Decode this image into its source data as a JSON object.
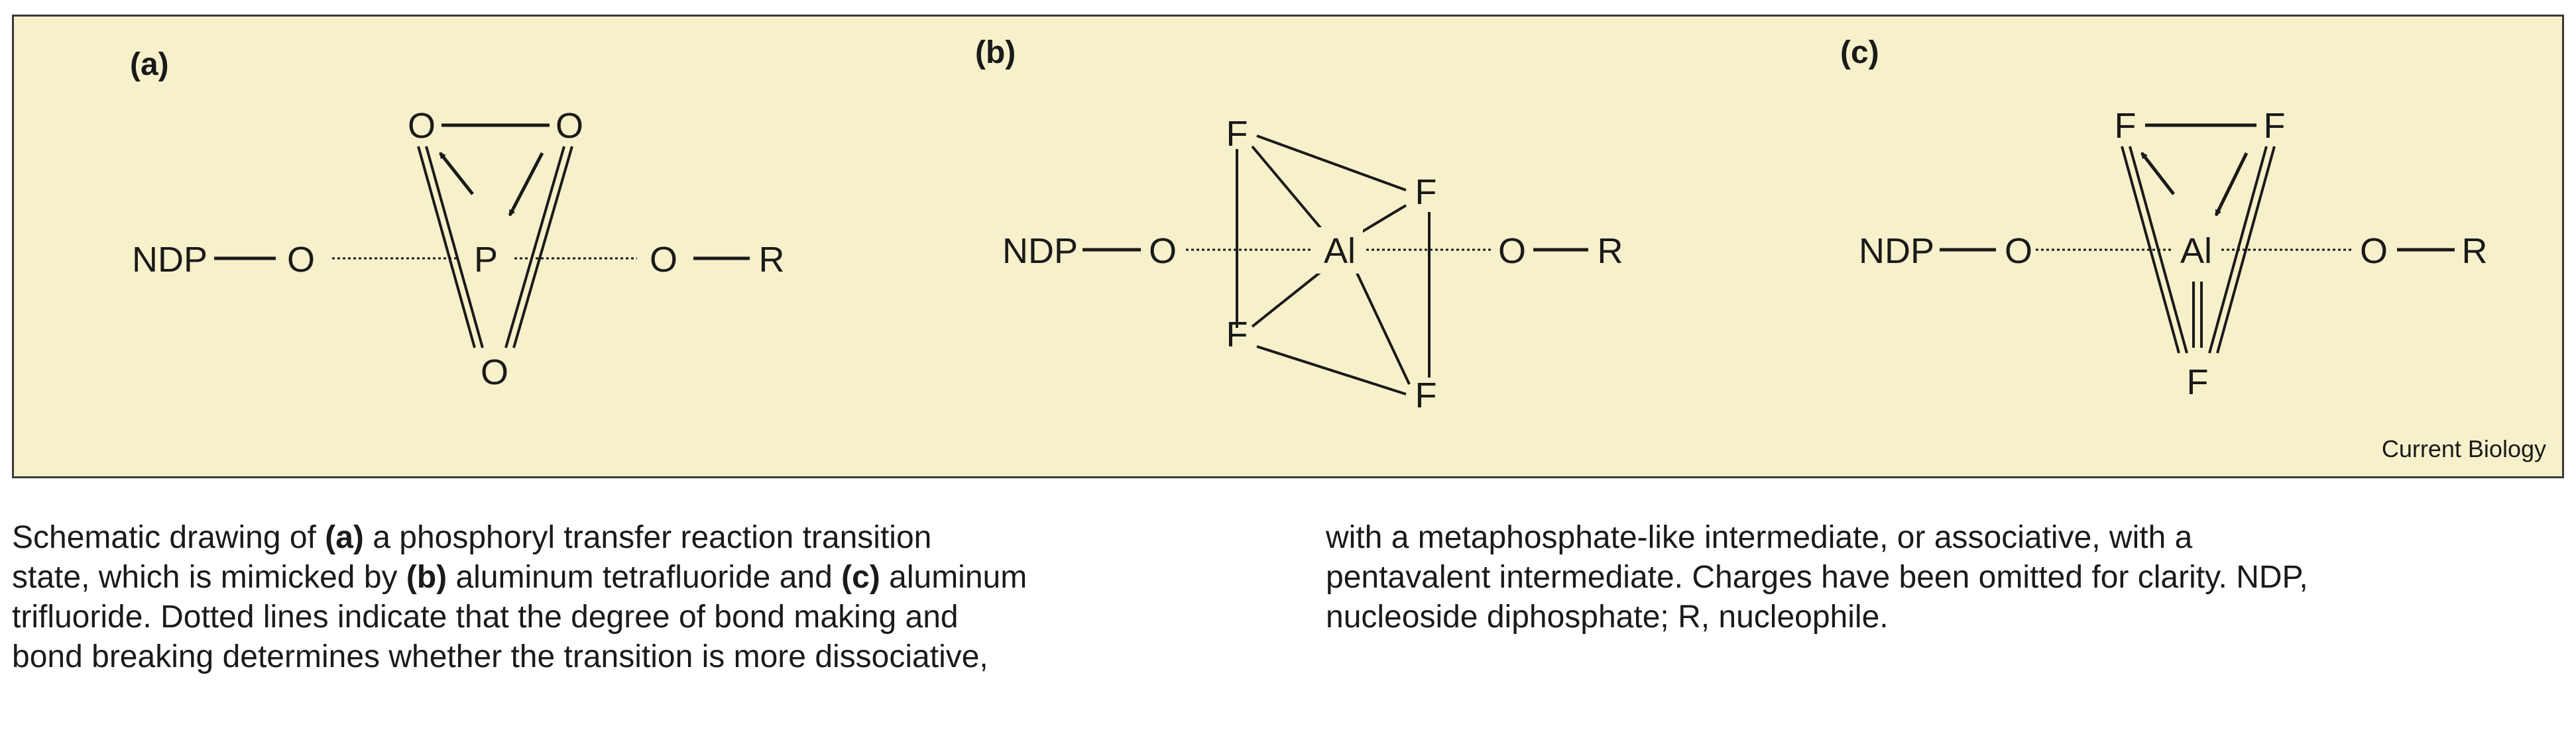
{
  "panels": [
    {
      "label": "(a)",
      "left": "NDP",
      "left_o": "O",
      "center": "P",
      "right_o": "O",
      "right": "R",
      "ligands": [
        "O",
        "O",
        "O"
      ]
    },
    {
      "label": "(b)",
      "left": "NDP",
      "left_o": "O",
      "center": "Al",
      "right_o": "O",
      "right": "R",
      "ligands": [
        "F",
        "F",
        "F",
        "F"
      ]
    },
    {
      "label": "(c)",
      "left": "NDP",
      "left_o": "O",
      "center": "Al",
      "right_o": "O",
      "right": "R",
      "ligands": [
        "F",
        "F",
        "F"
      ]
    }
  ],
  "credit": "Current Biology",
  "caption": {
    "left": [
      [
        {
          "t": "Schematic drawing of "
        },
        {
          "t": "(a)",
          "b": true
        },
        {
          "t": " a phosphoryl transfer reaction transition"
        }
      ],
      [
        {
          "t": "state, which is mimicked by "
        },
        {
          "t": "(b)",
          "b": true
        },
        {
          "t": " aluminum tetrafluoride and "
        },
        {
          "t": "(c)",
          "b": true
        },
        {
          "t": " aluminum"
        }
      ],
      [
        {
          "t": "trifluoride. Dotted lines indicate that the degree of bond making and"
        }
      ],
      [
        {
          "t": "bond breaking determines whether the transition is more dissociative,"
        }
      ]
    ],
    "right": [
      [
        {
          "t": "with a metaphosphate-like intermediate, or associative, with a"
        }
      ],
      [
        {
          "t": "pentavalent intermediate. Charges have been omitted for clarity. NDP,"
        }
      ],
      [
        {
          "t": "nucleoside diphosphate; R, nucleophile."
        }
      ]
    ]
  }
}
